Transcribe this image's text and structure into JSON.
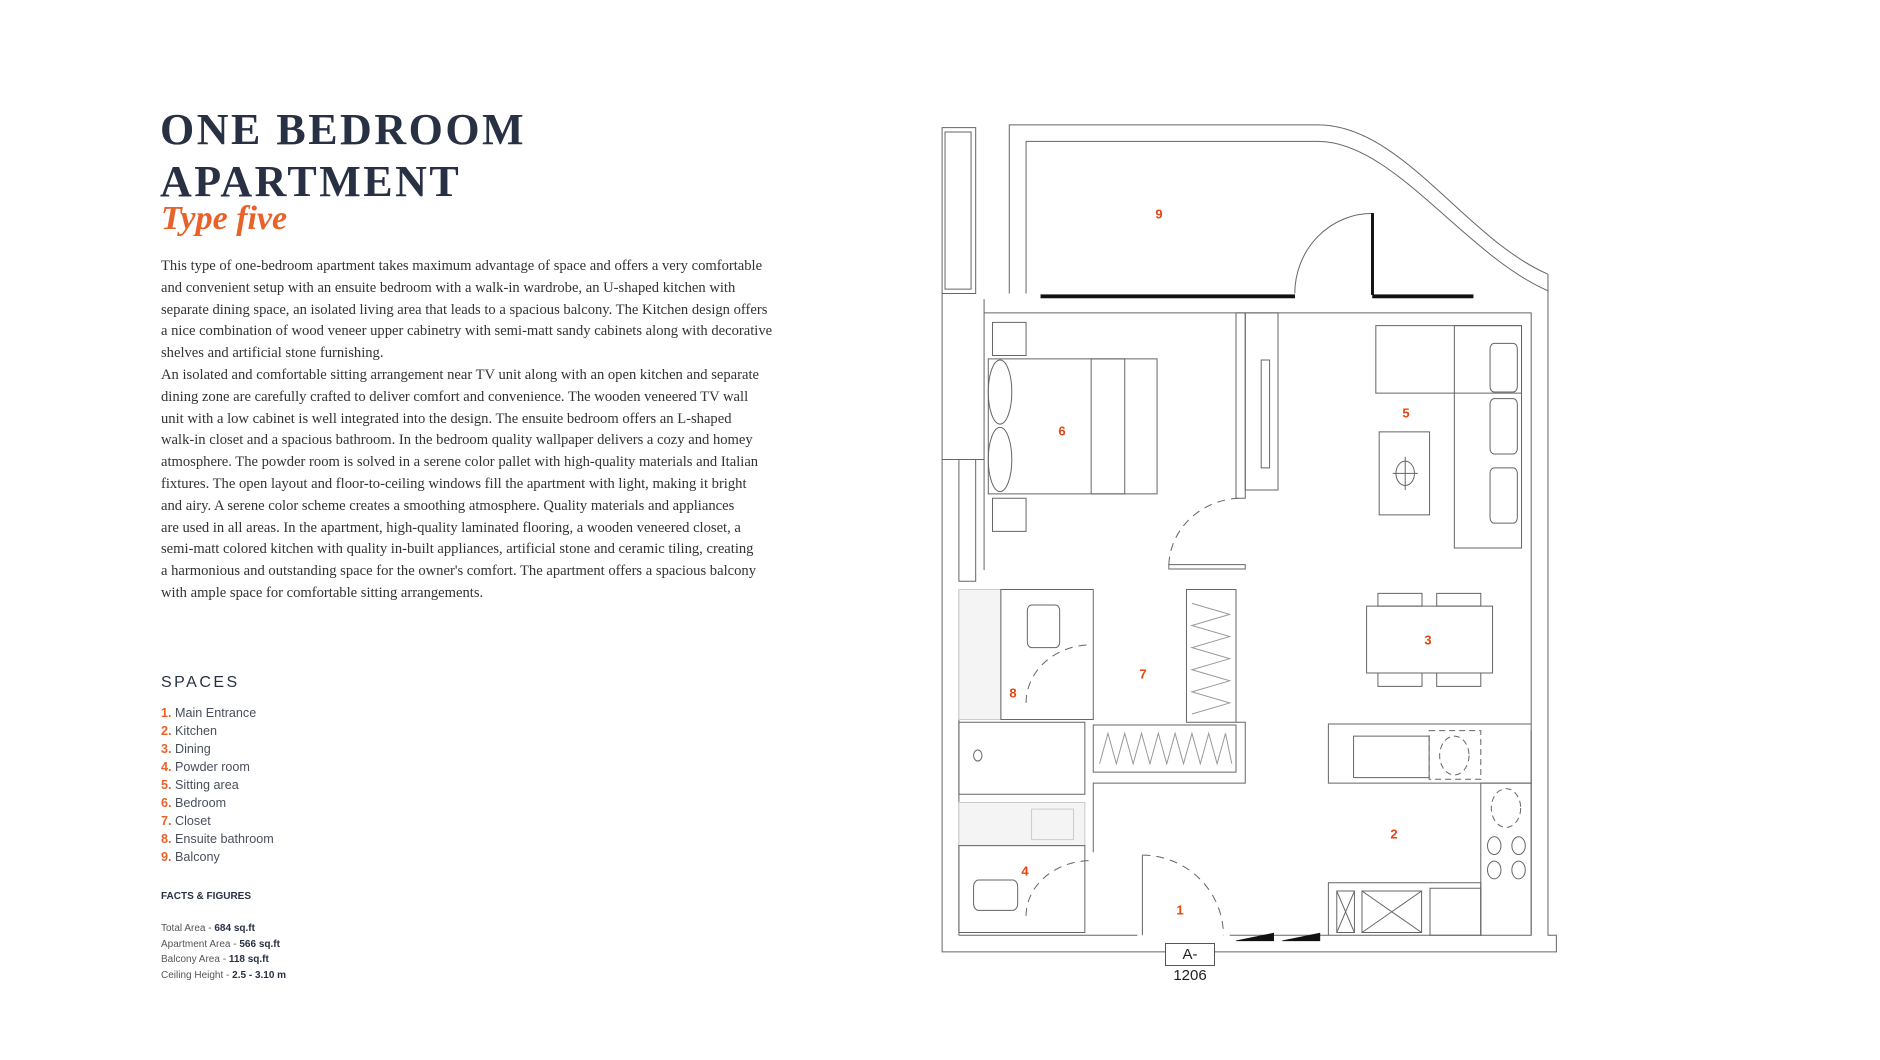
{
  "title_lines": [
    "ONE BEDROOM",
    "APARTMENT"
  ],
  "subtitle": "Type five",
  "description_lines": [
    "This type of one-bedroom apartment takes maximum advantage of space and offers a very comfortable",
    "and convenient setup with an ensuite bedroom with a walk-in wardrobe, an U-shaped kitchen with",
    "separate dining space, an isolated living area that leads to a spacious balcony. The Kitchen design offers",
    "a nice combination of wood veneer upper cabinetry with semi-matt sandy cabinets along with decorative",
    "shelves and artificial stone furnishing.",
    "An isolated and comfortable sitting arrangement near TV unit along with an open kitchen and separate",
    "dining zone are carefully crafted to deliver comfort and convenience.  The wooden veneered TV wall",
    "unit with a low cabinet is well integrated into the design. The ensuite bedroom offers an L-shaped",
    "walk-in closet and a spacious bathroom. In the bedroom quality wallpaper delivers a cozy and homey",
    "atmosphere. The powder room is solved in a serene color pallet with high-quality materials and Italian",
    "fixtures. The open layout and floor-to-ceiling windows fill the apartment with light, making it bright",
    "and airy. A serene color scheme creates a smoothing atmosphere. Quality materials and appliances",
    "are used in all areas. In the apartment, high-quality laminated flooring, a wooden veneered closet, a",
    "semi-matt colored kitchen with quality in-built appliances, artificial stone and ceramic tiling, creating",
    "a harmonious and outstanding space for the owner's comfort.  The apartment offers a spacious balcony",
    "with ample space for comfortable sitting arrangements."
  ],
  "spaces": {
    "heading": "SPACES",
    "items": [
      {
        "num": "1.",
        "label": "Main Entrance"
      },
      {
        "num": "2.",
        "label": "Kitchen"
      },
      {
        "num": "3.",
        "label": "Dining"
      },
      {
        "num": "4.",
        "label": "Powder room"
      },
      {
        "num": "5.",
        "label": "Sitting area"
      },
      {
        "num": "6.",
        "label": "Bedroom"
      },
      {
        "num": "7.",
        "label": "Closet"
      },
      {
        "num": "8.",
        "label": "Ensuite bathroom"
      },
      {
        "num": "9.",
        "label": "Balcony"
      }
    ]
  },
  "facts": {
    "heading": "FACTS & FIGURES",
    "items": [
      {
        "label": "Total Area - ",
        "value": "684 sq.ft"
      },
      {
        "label": "Apartment Area - ",
        "value": "566 sq.ft"
      },
      {
        "label": "Balcony Area - ",
        "value": "118 sq.ft"
      },
      {
        "label": "Ceiling Height - ",
        "value": "2.5 - 3.10 m"
      }
    ]
  },
  "plan": {
    "unit_label": "A-1206",
    "room_numbers": [
      "1",
      "2",
      "3",
      "4",
      "5",
      "6",
      "7",
      "8",
      "9"
    ]
  },
  "colors": {
    "accent": "#e8622a",
    "navy": "#283044"
  }
}
